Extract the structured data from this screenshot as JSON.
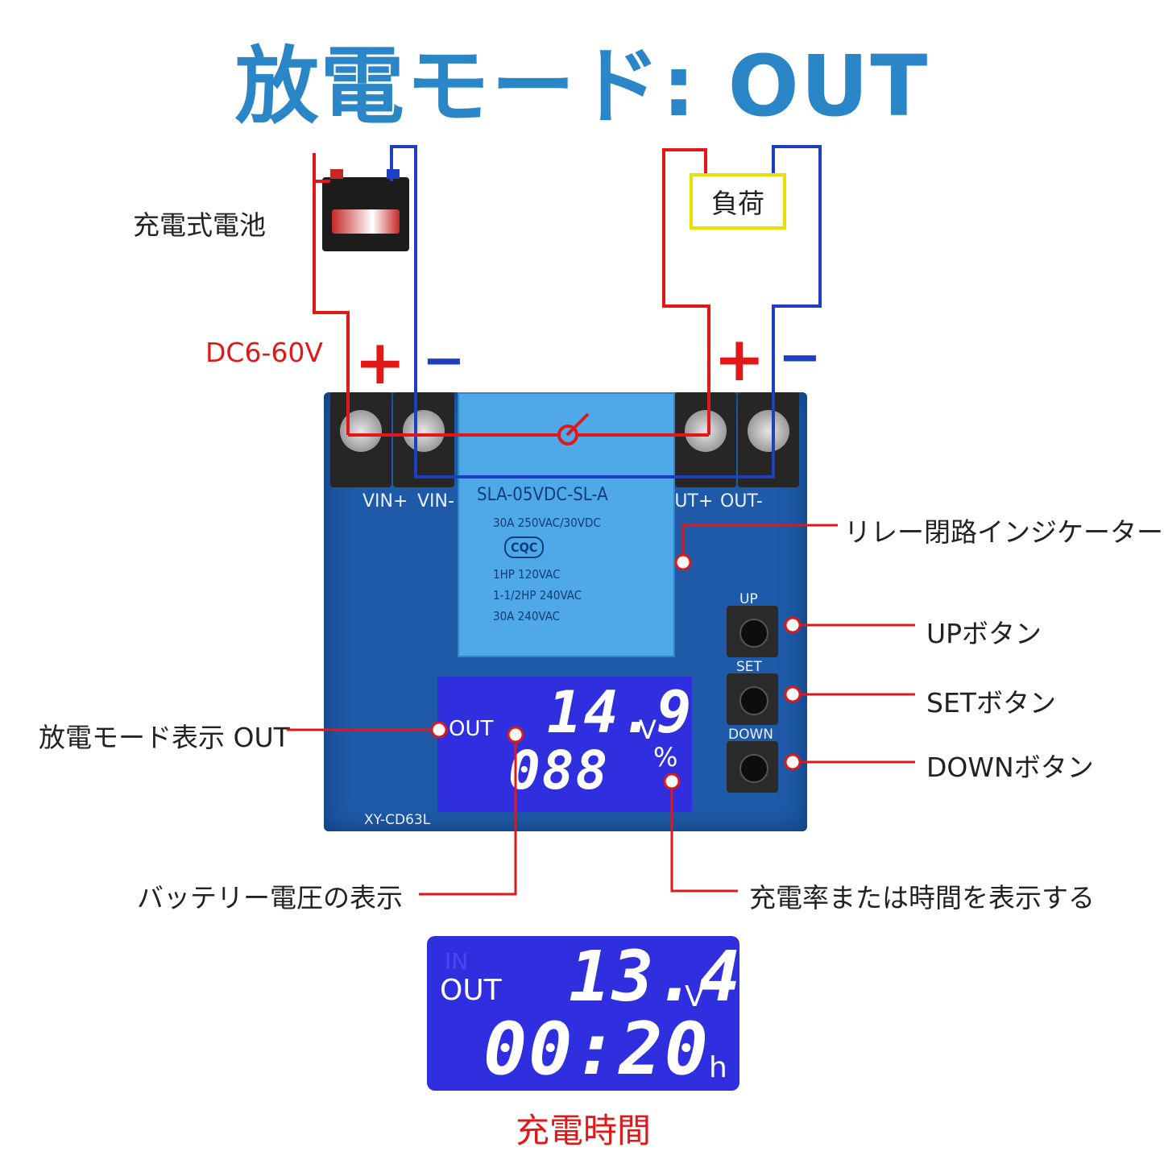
{
  "title": "放電モード: OUT",
  "labels": {
    "battery": "充電式電池",
    "voltage_range": "DC6-60V",
    "load": "負荷",
    "plus": "+",
    "minus": "−",
    "relay_indicator": "リレー閉路インジケーター",
    "up_button": "UPボタン",
    "set_button": "SETボタン",
    "down_button": "DOWNボタン",
    "discharge_mode": "放電モード表示 OUT",
    "battery_voltage": "バッテリー電圧の表示",
    "charge_rate": "充電率または時間を表示する",
    "charge_time": "充電時間"
  },
  "board": {
    "pins": [
      "VIN+",
      "VIN-",
      "OUT+",
      "OUT-"
    ],
    "relay_lines": [
      "SLA-05VDC-SL-A",
      "30A 250VAC/30VDC",
      "CQC",
      "1HP 120VAC",
      "1-1/2HP 240VAC",
      "30A 240VAC"
    ],
    "buttons": [
      "UP",
      "SET",
      "DOWN"
    ],
    "model": "XY-CD63L"
  },
  "lcd_main": {
    "mode": "OUT",
    "voltage": "14.9",
    "voltage_unit": "V",
    "percent": "088",
    "percent_unit": "%"
  },
  "lcd_detail": {
    "inactive_mode": "IN",
    "mode": "OUT",
    "voltage": "13.4",
    "voltage_unit": "V",
    "time": "00:20",
    "time_unit": "h"
  },
  "colors": {
    "title": "#2b86c8",
    "positive_wire": "#e01818",
    "negative_wire": "#1e40c0",
    "load_box": "#e8e000",
    "lcd": "#2f2fe0",
    "board": "#1f5aa8",
    "relay": "#4fa8e8"
  }
}
